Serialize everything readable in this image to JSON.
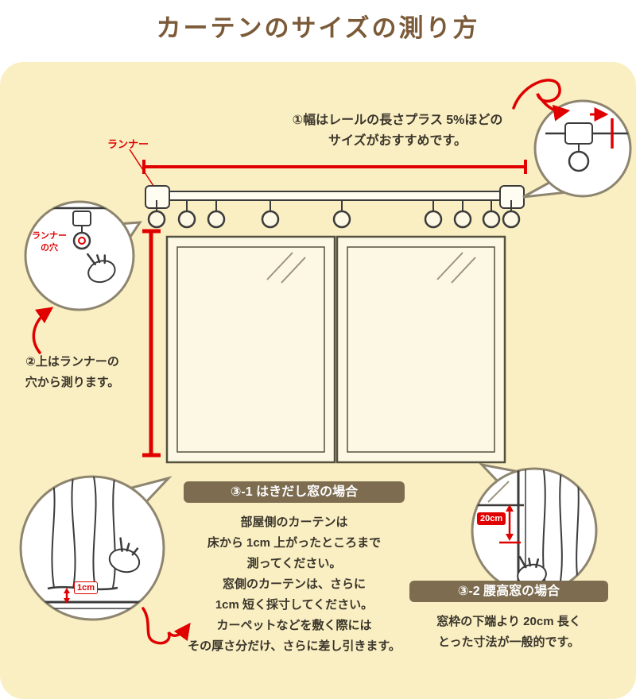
{
  "title": "カーテンのサイズの測り方",
  "colors": {
    "accent_red": "#e00000",
    "badge_brown": "#7d6c50",
    "title_brown": "#7b5a38",
    "background_cream": "#faefc2"
  },
  "step1": {
    "line1": "①幅はレールの長さプラス 5%ほどの",
    "line2": "サイズがおすすめです。"
  },
  "rail": {
    "runner_label": "ランナー",
    "runner_hole_label_line1": "ランナー",
    "runner_hole_label_line2": "の穴"
  },
  "step2": {
    "line1": "②上はランナーの",
    "line2": "穴から測ります。"
  },
  "step3_1": {
    "badge": "③-1 はきだし窓の場合",
    "lines": [
      "部屋側のカーテンは",
      "床から 1cm 上がったところまで",
      "測ってください。",
      "窓側のカーテンは、さらに",
      "1cm 短く採寸してください。",
      "カーペットなどを敷く際には",
      "その厚さ分だけ、さらに差し引きます。"
    ]
  },
  "step3_2": {
    "badge": "③-2 腰高窓の場合",
    "lines": [
      "窓枠の下端より 20cm 長く",
      "とった寸法が一般的です。"
    ]
  },
  "measurements": {
    "floor_gap": "1cm",
    "waist_window_extra": "20cm"
  }
}
